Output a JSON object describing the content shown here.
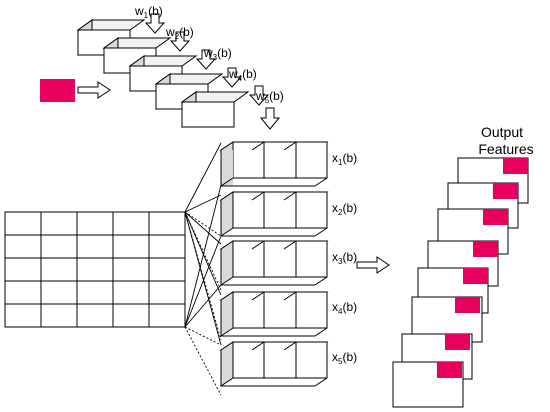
{
  "weight_labels": [
    {
      "base": "w",
      "sub": "1",
      "tail": "(b)"
    },
    {
      "base": "w",
      "sub": "2",
      "tail": "(b)"
    },
    {
      "base": "w",
      "sub": "3",
      "tail": "(b)"
    },
    {
      "base": "w",
      "sub": "4",
      "tail": "(b)"
    },
    {
      "base": "w",
      "sub": "5",
      "tail": "(b)"
    }
  ],
  "feature_labels": [
    {
      "base": "x",
      "sub": "1",
      "tail": "(b)"
    },
    {
      "base": "x",
      "sub": "2",
      "tail": "(b)"
    },
    {
      "base": "x",
      "sub": "3",
      "tail": "(b)"
    },
    {
      "base": "x",
      "sub": "4",
      "tail": "(b)"
    },
    {
      "base": "x",
      "sub": "5",
      "tail": "(b)"
    }
  ],
  "output_title": [
    "Output",
    "Features"
  ],
  "colors": {
    "accent": "#e8005f",
    "face_side": "#d9d9d9",
    "face_top": "#f2f2f2",
    "stroke": "#000000"
  }
}
